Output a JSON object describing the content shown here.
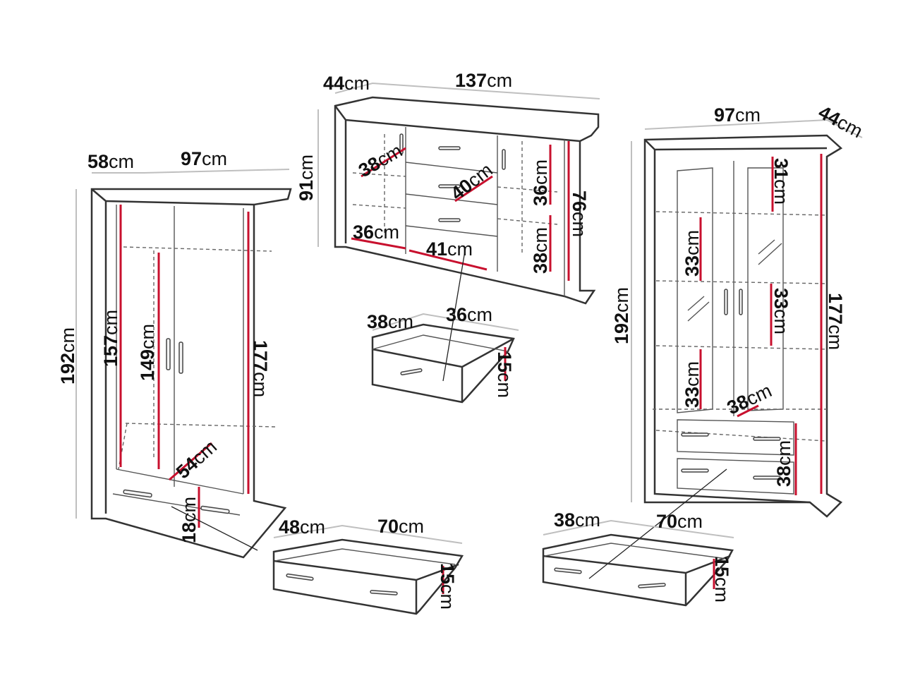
{
  "colors": {
    "outline": "#333333",
    "measure": "#c8102e",
    "dimension": "#bfbfbf"
  },
  "wardrobe": {
    "depth": "58",
    "width": "97",
    "height": "192",
    "inner_height_left": "157",
    "inner_height_mid": "149",
    "side_height": "177",
    "drawer_height": "18",
    "diagonal": "54"
  },
  "sideboard": {
    "depth": "44",
    "width": "137",
    "height": "91",
    "shelf_left_top": "38",
    "middle_diagonal": "40",
    "shelf_right_top": "36",
    "inner_height_right": "76",
    "shelf_left_bottom": "36",
    "middle_bottom": "41",
    "shelf_right_bottom": "38"
  },
  "sideboard_drawer": {
    "depth": "38",
    "width": "36",
    "height": "15"
  },
  "wardrobe_drawer": {
    "depth": "48",
    "width": "70",
    "height": "15"
  },
  "vitrine": {
    "width": "97",
    "depth": "44",
    "height": "192",
    "side_height": "177",
    "top_compartment": "31",
    "left_upper": "33",
    "right_middle": "33",
    "left_lower": "33",
    "inner_depth": "38",
    "drawer_section": "38"
  },
  "vitrine_drawer": {
    "depth": "38",
    "width": "70",
    "height": "15"
  },
  "unit": "cm"
}
